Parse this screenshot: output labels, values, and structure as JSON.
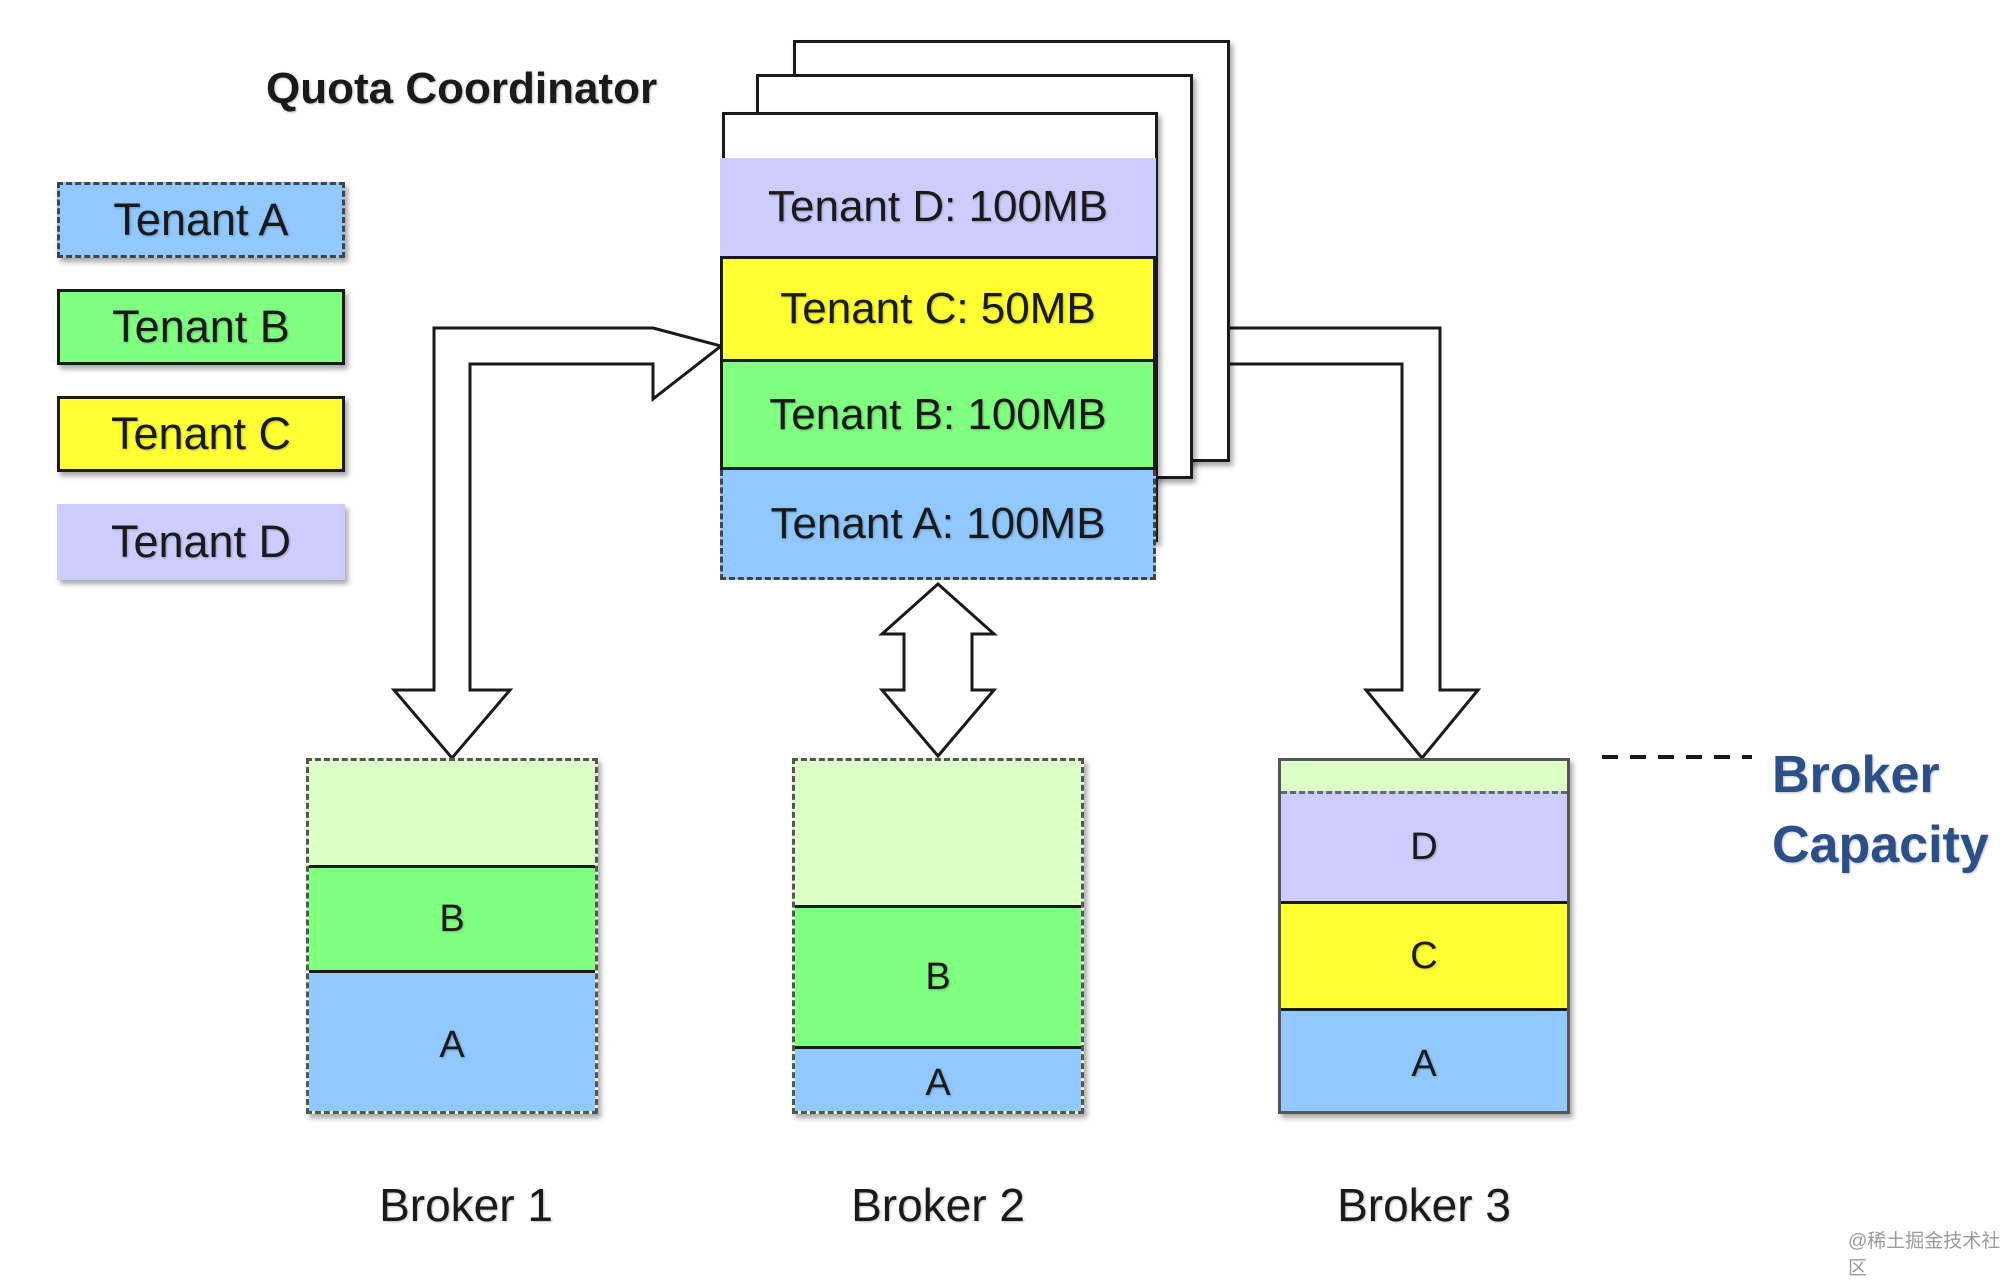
{
  "coordinator": {
    "title": "Quota Coordinator",
    "quotas": [
      {
        "label": "Tenant D: 100MB",
        "color": "#ccccff"
      },
      {
        "label": "Tenant C: 50MB",
        "color": "#ffff33"
      },
      {
        "label": "Tenant B: 100MB",
        "color": "#80ff80"
      },
      {
        "label": "Tenant A: 100MB",
        "color": "#90c8ff"
      }
    ]
  },
  "legend": [
    {
      "label": "Tenant A",
      "color": "#90c8ff",
      "border": "dashed"
    },
    {
      "label": "Tenant B",
      "color": "#80ff80",
      "border": "solid"
    },
    {
      "label": "Tenant C",
      "color": "#ffff33",
      "border": "solid"
    },
    {
      "label": "Tenant D",
      "color": "#ccccff",
      "border": "none"
    }
  ],
  "brokers": [
    {
      "name": "Broker 1",
      "segments": [
        {
          "label": "B"
        },
        {
          "label": "A"
        }
      ]
    },
    {
      "name": "Broker 2",
      "segments": [
        {
          "label": "B"
        },
        {
          "label": "A"
        }
      ]
    },
    {
      "name": "Broker 3",
      "segments": [
        {
          "label": "D"
        },
        {
          "label": "C"
        },
        {
          "label": "A"
        }
      ]
    }
  ],
  "capacity_label": {
    "line1": "Broker",
    "line2": "Capacity"
  },
  "colors": {
    "free_capacity": "#ddffc8",
    "capacity_label": "#2b4f87"
  },
  "watermark": "@稀土掘金技术社区"
}
